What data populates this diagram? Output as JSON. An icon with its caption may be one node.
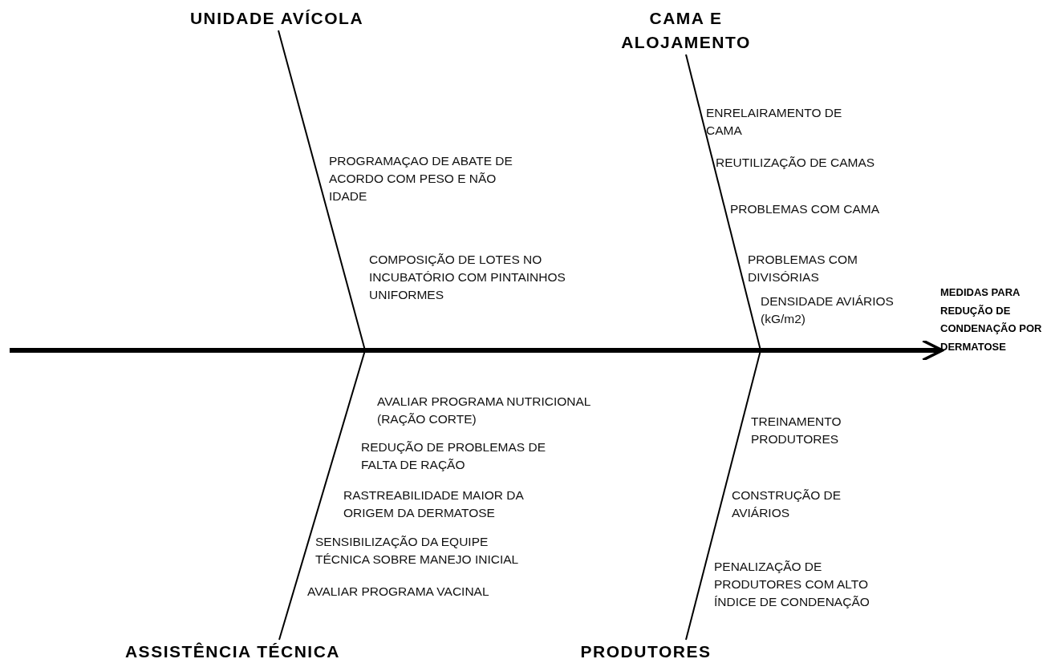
{
  "diagram": {
    "nodes": [
      {
        "text": [
          "UNIDADE AVÍCOLA"
        ]
      },
      {
        "text": [
          "CAMA E ALOJAMENTO"
        ]
      },
      {
        "text": [
          "ASSISTÊNCIA TÉCNICA"
        ]
      },
      {
        "text": [
          "PRODUTORES"
        ]
      },
      {
        "text": [
          "MEDIDAS PARA REDUÇÃO DE CONDENAÇÃO POR DERMATOSE"
        ]
      }
    ],
    "edges": [
      {
        "from": null,
        "to": 4,
        "arrow": "to",
        "style": "thick"
      },
      {
        "from": 0,
        "to": null,
        "arrow": "none"
      },
      {
        "from": 1,
        "to": null,
        "arrow": "none"
      },
      {
        "from": 2,
        "to": null,
        "arrow": "none"
      },
      {
        "from": 3,
        "to": null,
        "arrow": "none"
      }
    ],
    "labels": [
      "PROGRAMAÇAO DE ABATE DE ACORDO COM PESO E NÃO IDADE",
      "COMPOSIÇÃO DE LOTES NO INCUBATÓRIO COM PINTAINHOS UNIFORMES",
      "ENRELAIRAMENTO DE CAMA",
      "REUTILIZAÇÃO DE CAMAS",
      "PROBLEMAS COM CAMA",
      "PROBLEMAS COM DIVISÓRIAS",
      "DENSIDADE AVIÁRIOS (kG/m2)",
      "AVALIAR PROGRAMA NUTRICIONAL (RAÇÃO CORTE)",
      "REDUÇÃO DE PROBLEMAS DE FALTA DE RAÇÃO",
      "RASTREABILIDADE MAIOR DA ORIGEM DA DERMATOSE",
      "SENSIBILIZAÇÃO DA EQUIPE TÉCNICA SOBRE MANEJO INICIAL",
      "AVALIAR PROGRAMA VACINAL",
      "TREINAMENTO PRODUTORES",
      "CONSTRUÇÃO DE AVIÁRIOS",
      "PENALIZAÇÃO DE PRODUTORES COM ALTO ÍNDICE DE CONDENAÇÃO"
    ]
  }
}
